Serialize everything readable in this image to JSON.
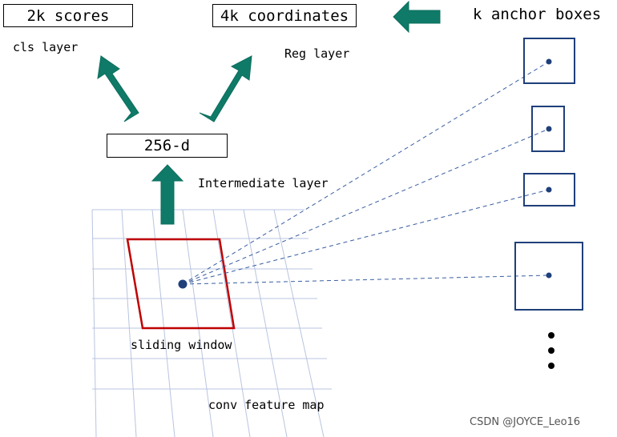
{
  "diagram": {
    "scores_box": "2k scores",
    "coords_box": "4k coordinates",
    "anchor_title": "k anchor boxes",
    "cls_label": "cls layer",
    "reg_label": "Reg layer",
    "d256_box": "256-d",
    "intermediate_label": "Intermediate layer",
    "sliding_label": "sliding window",
    "feature_label": "conv feature map",
    "watermark": "CSDN @JOYCE_Leo16"
  },
  "colors": {
    "arrow": "#0f7a68",
    "window": "#c00000",
    "anchor": "#1f3f7a",
    "grid": "#b8c4e0",
    "dash": "#3a5ea0"
  }
}
